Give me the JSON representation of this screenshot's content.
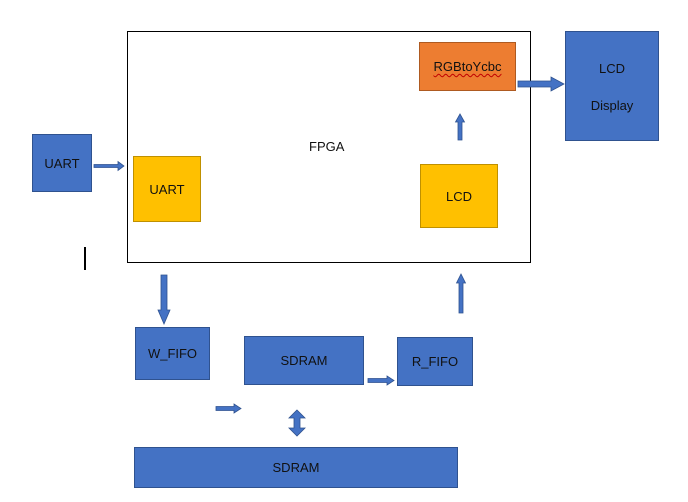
{
  "fpga": {
    "label": "FPGA"
  },
  "uart_external": {
    "label": "UART"
  },
  "uart_internal": {
    "label": "UART"
  },
  "lcd_internal": {
    "label": "LCD"
  },
  "rgb_converter": {
    "label": "RGBtoYcbc"
  },
  "lcd_display": {
    "line1": "LCD",
    "line2": "Display"
  },
  "w_fifo": {
    "label": "W_FIFO"
  },
  "sdram_controller": {
    "label": "SDRAM"
  },
  "r_fifo": {
    "label": "R_FIFO"
  },
  "sdram_memory": {
    "label": "SDRAM"
  },
  "colors": {
    "blue": "#4472c4",
    "gold": "#ffc000",
    "orange": "#ed7d31",
    "arrow": "#4472c4"
  }
}
